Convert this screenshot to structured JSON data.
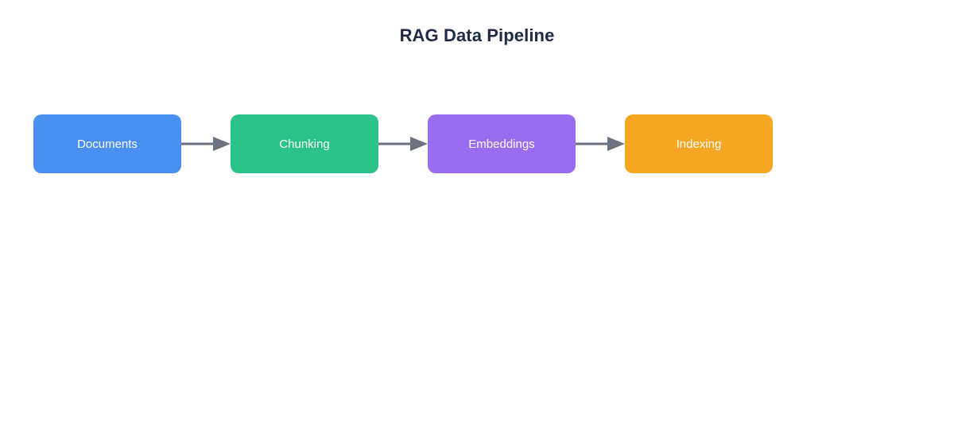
{
  "diagram": {
    "title": "RAG Data Pipeline",
    "type": "flowchart",
    "orientation": "left-to-right",
    "background_color": "#ffffff",
    "title_color": "#1f2a44",
    "connector_color": "#6b7280",
    "node_label_color": "#ffffff",
    "nodes": [
      {
        "id": "documents",
        "label": "Documents",
        "color": "#4a90f0"
      },
      {
        "id": "chunking",
        "label": "Chunking",
        "color": "#2bc38a"
      },
      {
        "id": "embeddings",
        "label": "Embeddings",
        "color": "#9a6cf0"
      },
      {
        "id": "indexing",
        "label": "Indexing",
        "color": "#f5a623"
      }
    ],
    "connectors": [
      {
        "id": "documents-to-chunking",
        "from": "Documents",
        "to": "Chunking",
        "style": "arrow"
      },
      {
        "id": "chunking-to-embeddings",
        "from": "Chunking",
        "to": "Embeddings",
        "style": "arrow"
      },
      {
        "id": "embeddings-to-indexing",
        "from": "Embeddings",
        "to": "Indexing",
        "style": "arrow"
      }
    ]
  }
}
